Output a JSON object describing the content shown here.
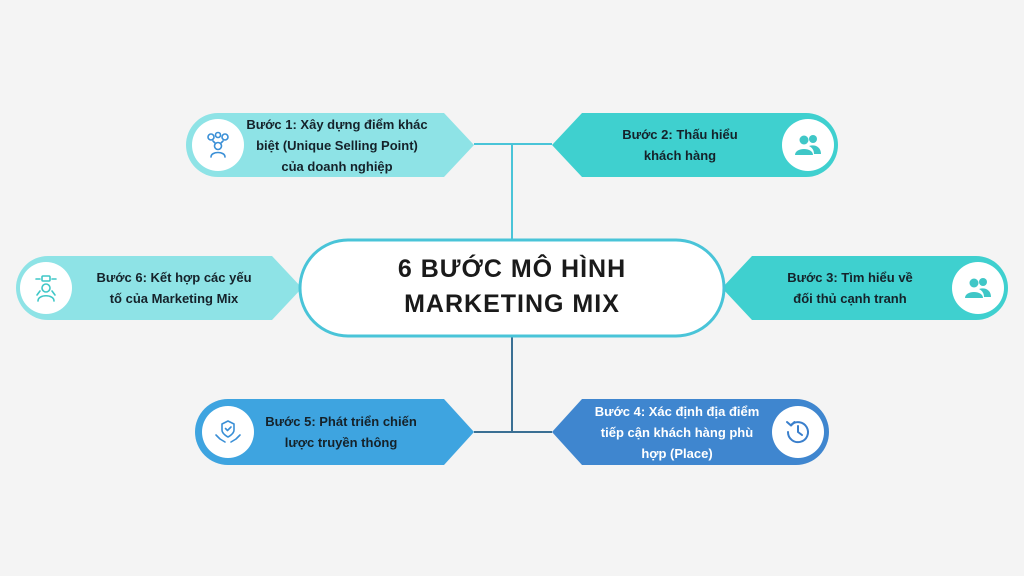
{
  "title": "6 BƯỚC MÔ HÌNH\nMARKETING MIX",
  "steps": [
    {
      "label": "Bước 1: Xây dựng điểm khác\nbiệt (Unique Selling Point)\ncủa doanh nghiệp",
      "icon": "idea-person-icon"
    },
    {
      "label": "Bước 2: Thấu hiểu\nkhách hàng",
      "icon": "users-icon"
    },
    {
      "label": "Bước 3: Tìm hiểu về\nđối thủ cạnh tranh",
      "icon": "users-icon"
    },
    {
      "label": "Bước 4: Xác định địa điểm\ntiếp cận khách hàng phù\nhợp (Place)",
      "icon": "history-clock-icon"
    },
    {
      "label": "Bước 5: Phát triển chiến\nlược truyền thông",
      "icon": "care-hands-icon"
    },
    {
      "label": "Bước 6: Kết hợp các yếu\ntố của Marketing Mix",
      "icon": "thinking-person-icon"
    }
  ],
  "colors": {
    "background": "#f4f4f4",
    "light_teal": "#8ee3e6",
    "teal": "#3fd0cf",
    "blue": "#3ea4e0",
    "dark_blue": "#3f86cf",
    "connector_teal": "#49c4d8",
    "connector_dark": "#3a6f93",
    "center_border": "#49c4d8"
  }
}
